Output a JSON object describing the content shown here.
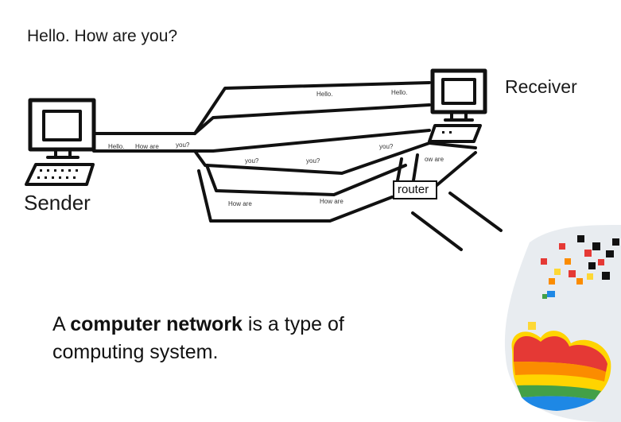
{
  "heading": "Hello. How are you?",
  "labels": {
    "sender": "Sender",
    "receiver": "Receiver",
    "router": "router"
  },
  "packets": {
    "p1": "Hello.",
    "p2": "Hello.",
    "p3": "Hello.",
    "p4": "How are",
    "p5": "you?",
    "p6": "you?",
    "p7": "you?",
    "p8": "you?",
    "p9": "How are",
    "p10": "How are",
    "p11": "ow are"
  },
  "caption": {
    "prefix": "A ",
    "bold": "computer network",
    "suffix": " is a type of computing system."
  },
  "icons": [
    "computer-icon",
    "keyboard-icon",
    "router-icon"
  ]
}
